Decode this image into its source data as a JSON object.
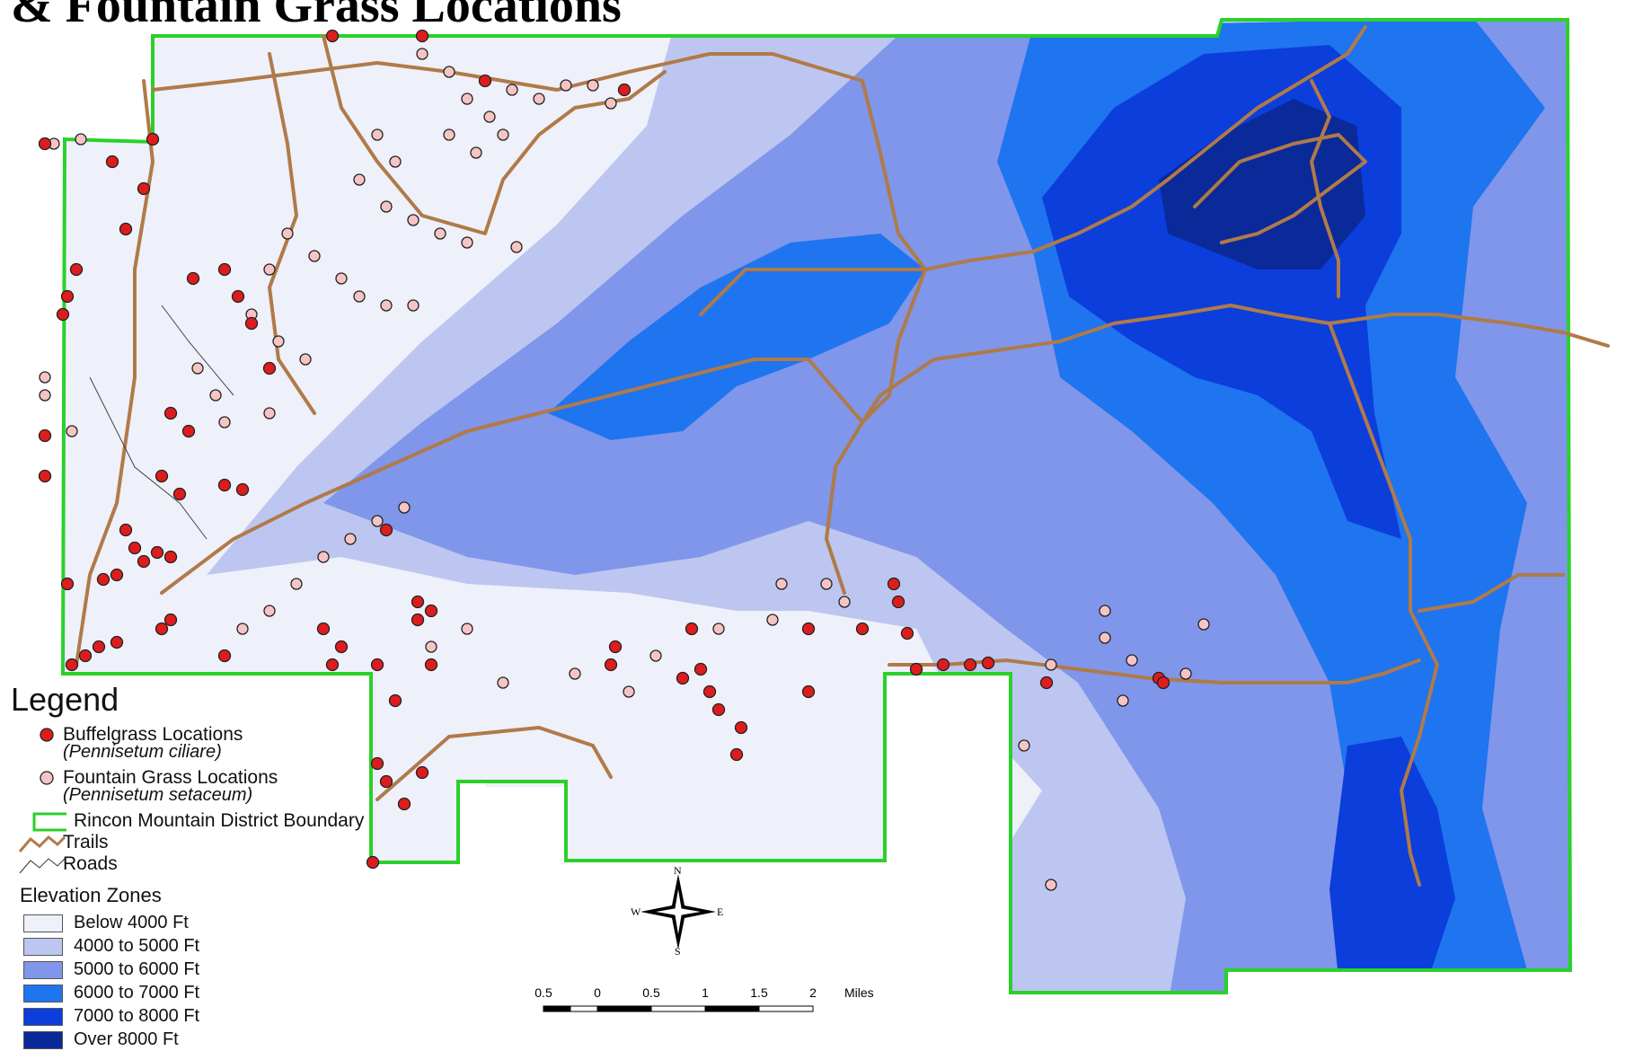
{
  "title": "& Fountain Grass Locations",
  "legend": {
    "title": "Legend",
    "buffelgrass": "Buffelgrass Locations",
    "buffelgrass_sci": "(Pennisetum ciliare)",
    "fountain": "Fountain Grass Locations",
    "fountain_sci": "(Pennisetum setaceum)",
    "boundary": "Rincon Mountain District Boundary",
    "trails": "Trails",
    "roads": "Roads",
    "zones_title": "Elevation Zones",
    "zones": [
      {
        "label": "Below 4000 Ft",
        "color": "#eef0fa"
      },
      {
        "label": "4000 to 5000 Ft",
        "color": "#bcc6f0"
      },
      {
        "label": "5000 to 6000 Ft",
        "color": "#7f96ea"
      },
      {
        "label": "6000 to 7000 Ft",
        "color": "#1f74f0"
      },
      {
        "label": "7000 to 8000 Ft",
        "color": "#0c3edc"
      },
      {
        "label": "Over 8000 Ft",
        "color": "#0a2a9a"
      }
    ]
  },
  "colors": {
    "boundary": "#2ad12a",
    "trail": "#b07a48",
    "buffelgrass": "#dd1d1d",
    "fountain": "#f6c4c4"
  },
  "scale": {
    "labels": [
      "0.5",
      "0",
      "0.5",
      "1",
      "1.5",
      "2"
    ],
    "unit": "Miles"
  },
  "compass": {
    "n": "N",
    "s": "S",
    "e": "E",
    "w": "W"
  }
}
